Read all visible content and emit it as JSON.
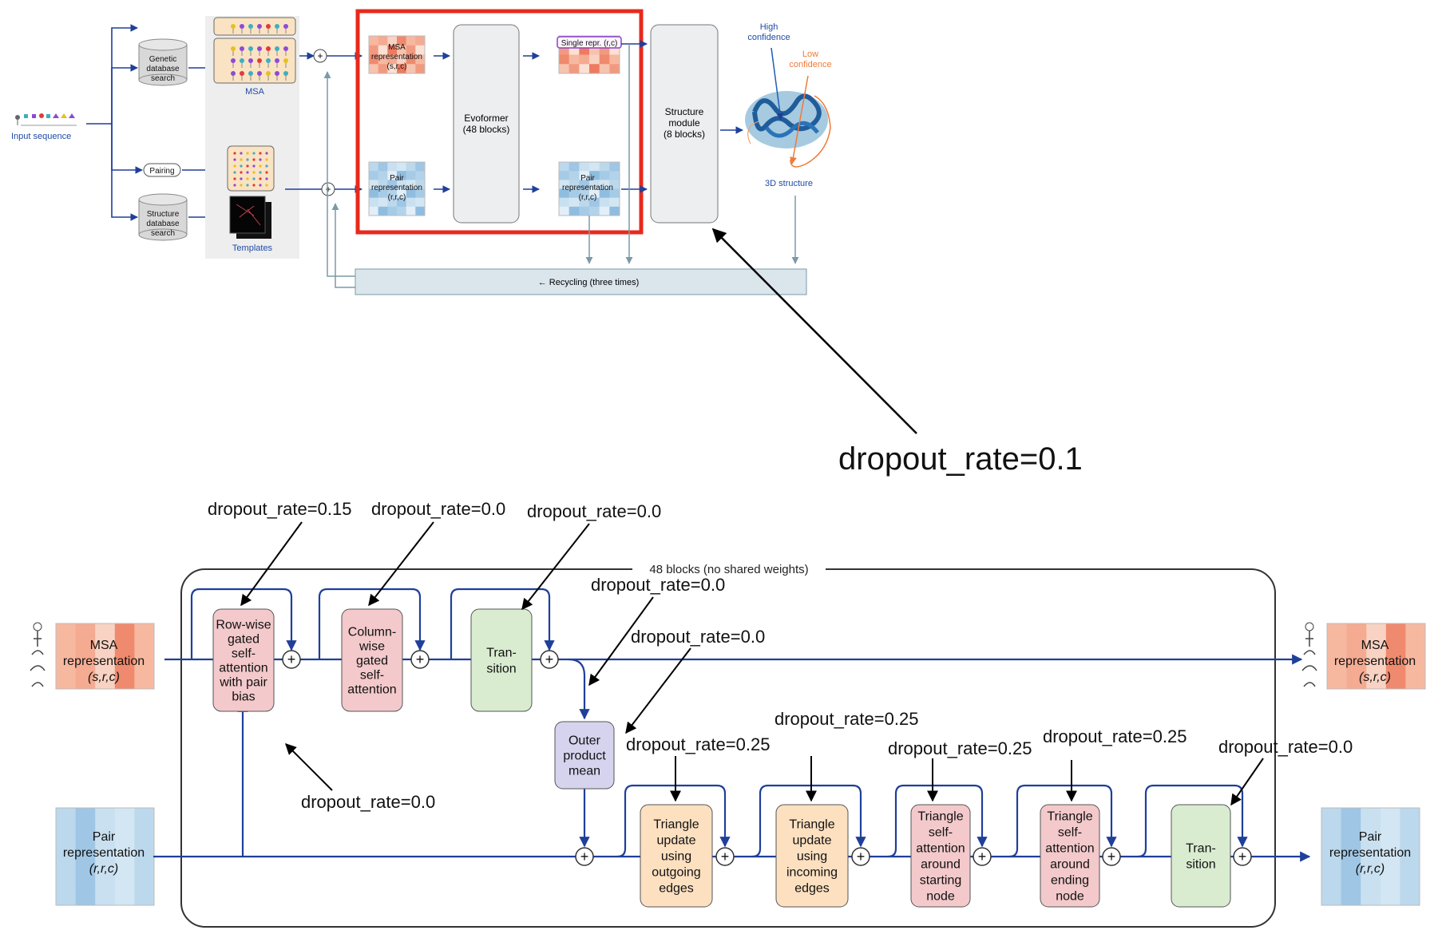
{
  "top": {
    "input_sequence": "Input sequence",
    "genetic_db": [
      "Genetic",
      "database",
      "search"
    ],
    "structure_db": [
      "Structure",
      "database",
      "search"
    ],
    "pairing": "Pairing",
    "msa_label": "MSA",
    "templates_label": "Templates",
    "msa_repr": [
      "MSA",
      "representation",
      "(s,r,c)"
    ],
    "pair_repr": [
      "Pair",
      "representation",
      "(r,r,c)"
    ],
    "evoformer": [
      "Evoformer",
      "(48 blocks)"
    ],
    "single_repr": "Single repr. (r,c)",
    "pair_repr_out": [
      "Pair",
      "representation",
      "(r,r,c)"
    ],
    "structure_module": [
      "Structure",
      "module",
      "(8 blocks)"
    ],
    "high_conf": [
      "High",
      "confidence"
    ],
    "low_conf": [
      "Low",
      "confidence"
    ],
    "structure_3d": "3D structure",
    "recycling": "← Recycling (three times)",
    "plus": "+"
  },
  "annotation_main": "dropout_rate=0.1",
  "evo": {
    "frame_label": "48 blocks (no shared weights)",
    "msa_in": [
      "MSA",
      "representation",
      "(s,r,c)"
    ],
    "pair_in": [
      "Pair",
      "representation",
      "(r,r,c)"
    ],
    "msa_out": [
      "MSA",
      "representation",
      "(s,r,c)"
    ],
    "pair_out": [
      "Pair",
      "representation",
      "(r,r,c)"
    ],
    "row_attn": [
      "Row-wise",
      "gated",
      "self-",
      "attention",
      "with pair",
      "bias"
    ],
    "col_attn": [
      "Column-",
      "wise",
      "gated",
      "self-",
      "attention"
    ],
    "transition": [
      "Tran-",
      "sition"
    ],
    "outer": [
      "Outer",
      "product",
      "mean"
    ],
    "tri_out": [
      "Triangle",
      "update",
      "using",
      "outgoing",
      "edges"
    ],
    "tri_in": [
      "Triangle",
      "update",
      "using",
      "incoming",
      "edges"
    ],
    "tri_attn_start": [
      "Triangle",
      "self-",
      "attention",
      "around",
      "starting",
      "node"
    ],
    "tri_attn_end": [
      "Triangle",
      "self-",
      "attention",
      "around",
      "ending",
      "node"
    ],
    "transition2": [
      "Tran-",
      "sition"
    ],
    "plus": "+"
  },
  "dropout_labels": {
    "row_attn": "dropout_rate=0.15",
    "col_attn": "dropout_rate=0.0",
    "transition": "dropout_rate=0.0",
    "outer_a": "dropout_rate=0.0",
    "outer_b": "dropout_rate=0.0",
    "pair_bias": "dropout_rate=0.0",
    "tri_out": "dropout_rate=0.25",
    "tri_in": "dropout_rate=0.25",
    "tri_attn_start": "dropout_rate=0.25",
    "tri_attn_end": "dropout_rate=0.25",
    "transition2": "dropout_rate=0.0"
  },
  "colors": {
    "blue_line": "#1f3f9a",
    "red_box": "#e8291c",
    "pink": "#f3c9cb",
    "green": "#d9ecd0",
    "lavender": "#d6d3ee",
    "peach": "#fce0c0",
    "gray_box": "#eceef0",
    "recycle": "#dbe6ec"
  }
}
